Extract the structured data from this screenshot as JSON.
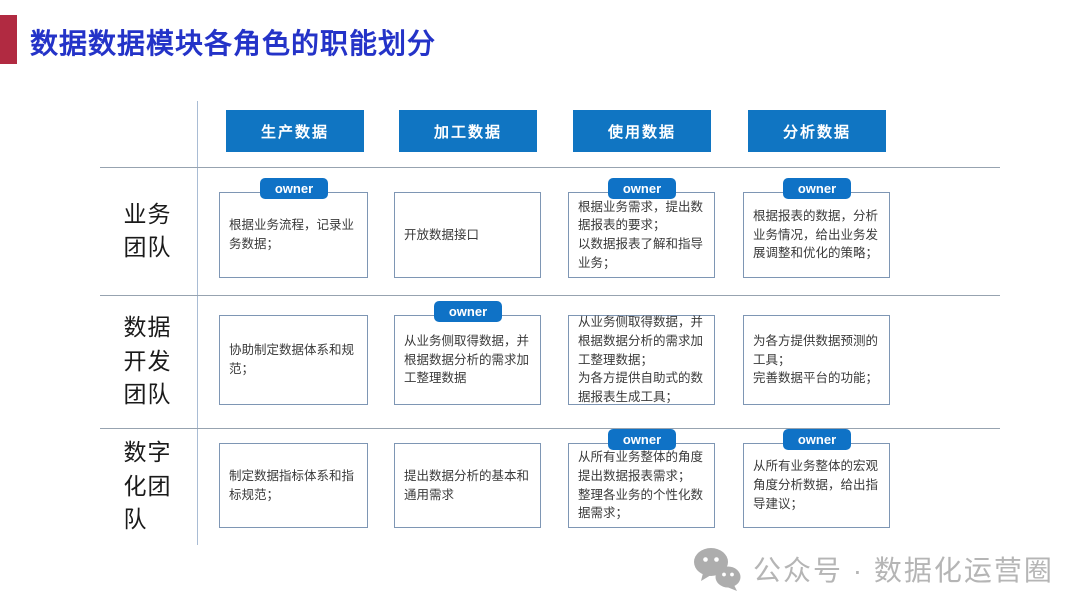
{
  "title": "数据数据模块各角色的职能划分",
  "owner_label": "owner",
  "columns": [
    "生产数据",
    "加工数据",
    "使用数据",
    "分析数据"
  ],
  "rows": [
    {
      "team": "业务团队",
      "cells": [
        {
          "owner": true,
          "text": "根据业务流程，记录业务数据；"
        },
        {
          "owner": false,
          "text": "开放数据接口"
        },
        {
          "owner": true,
          "text": "根据业务需求，提出数据报表的要求；\n以数据报表了解和指导业务；"
        },
        {
          "owner": true,
          "text": "根据报表的数据，分析业务情况，给出业务发展调整和优化的策略；"
        }
      ]
    },
    {
      "team": "数据开发团队",
      "cells": [
        {
          "owner": false,
          "text": "协助制定数据体系和规范；"
        },
        {
          "owner": true,
          "text": "从业务侧取得数据，并根据数据分析的需求加工整理数据"
        },
        {
          "owner": false,
          "text": "从业务侧取得数据，并根据数据分析的需求加工整理数据；\n为各方提供自助式的数据报表生成工具；"
        },
        {
          "owner": false,
          "text": "为各方提供数据预测的工具；\n完善数据平台的功能；"
        }
      ]
    },
    {
      "team": "数字化团队",
      "cells": [
        {
          "owner": false,
          "text": "制定数据指标体系和指标规范；"
        },
        {
          "owner": false,
          "text": "提出数据分析的基本和通用需求"
        },
        {
          "owner": true,
          "text": "从所有业务整体的角度提出数据报表需求；\n整理各业务的个性化数据需求；"
        },
        {
          "owner": true,
          "text": "从所有业务整体的宏观角度分析数据，给出指导建议；"
        }
      ]
    }
  ],
  "watermark": {
    "text": "公众号 · 数据化运营圈"
  },
  "colors": {
    "accent_red": "#B12A41",
    "title_blue": "#2433C8",
    "header_button_blue": "#1075C2",
    "badge_blue": "#0F72C6",
    "cell_border": "#7E96B4",
    "grid_line": "#97A3B0",
    "watermark_gray": "#B5B5B5"
  }
}
